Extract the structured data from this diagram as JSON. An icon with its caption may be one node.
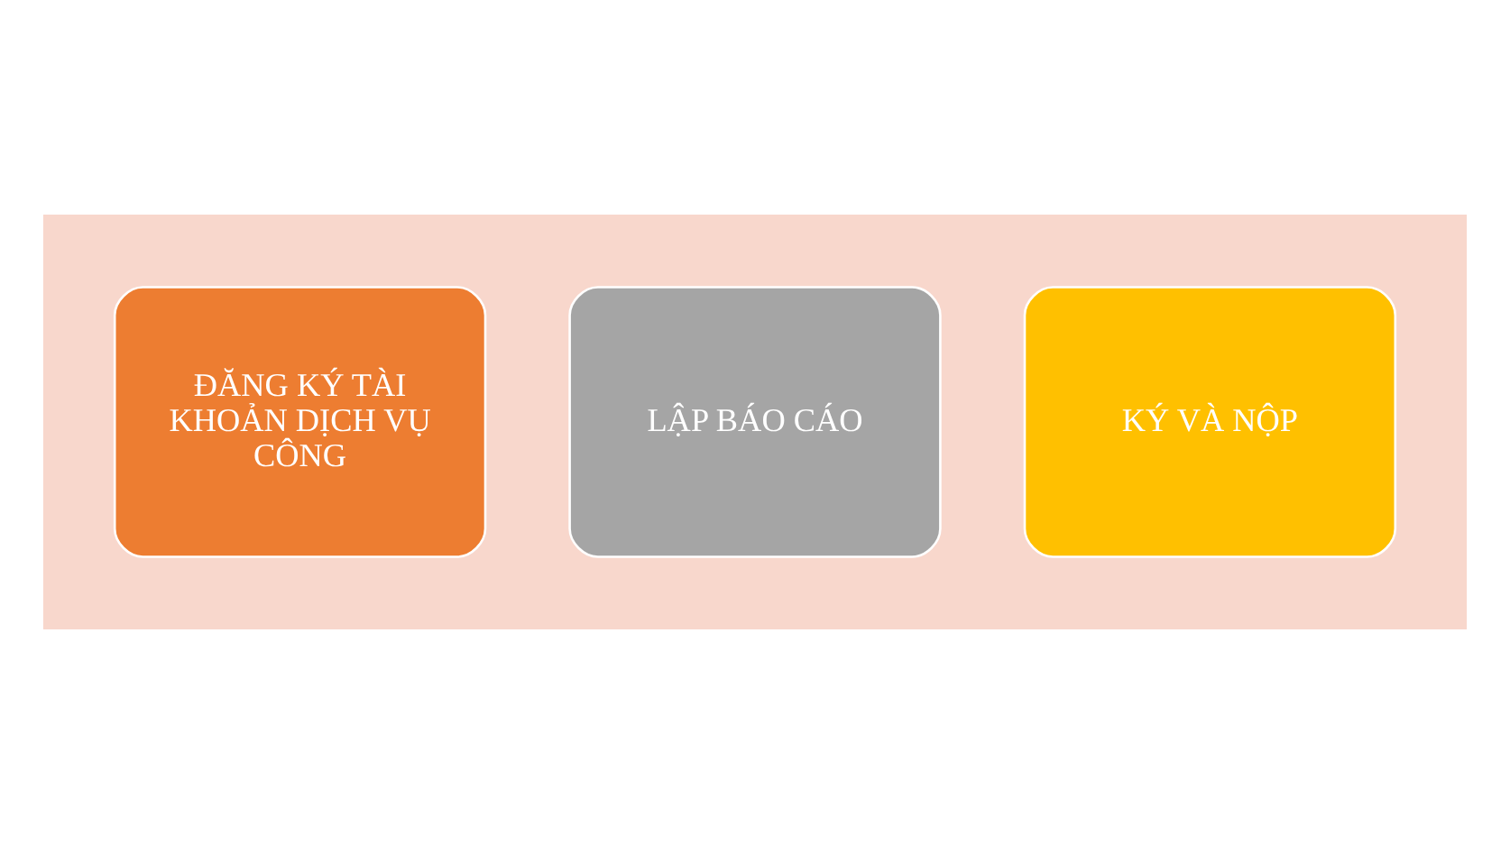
{
  "diagram": {
    "nodes": [
      {
        "text": [],
        "shape": "arrow"
      },
      {
        "text": [
          "ĐĂNG KÝ TÀI KHOẢN DỊCH VỤ CÔNG"
        ],
        "in": 0
      },
      {
        "text": [
          "LẬP BÁO CÁO"
        ],
        "in": 0
      },
      {
        "text": [
          "KÝ VÀ NỘP"
        ],
        "in": 0
      }
    ],
    "edges": []
  }
}
